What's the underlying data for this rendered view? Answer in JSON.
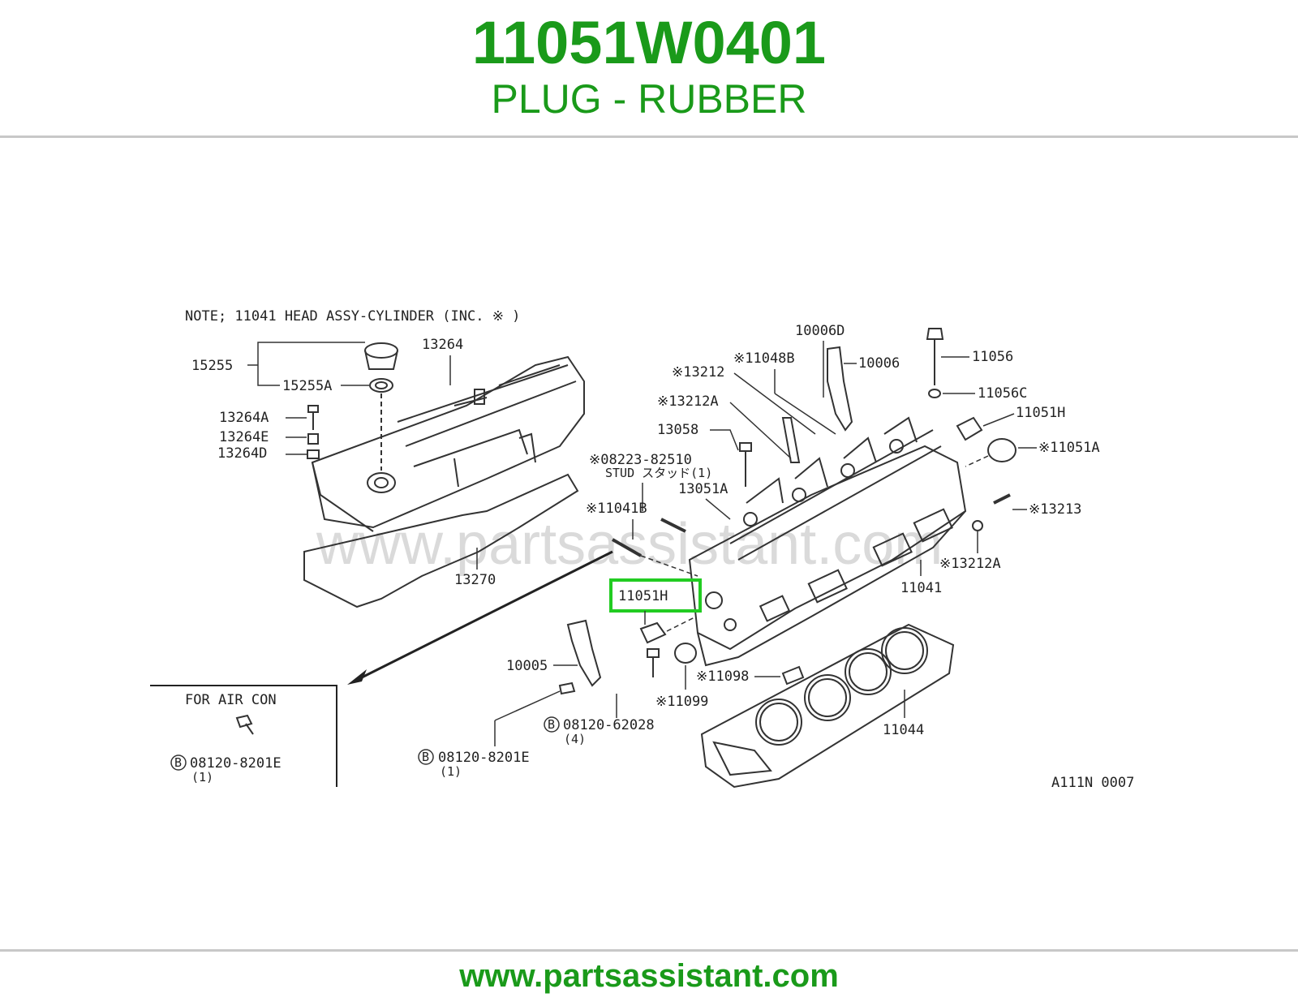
{
  "header": {
    "part_number": "11051W0401",
    "description": "PLUG - RUBBER"
  },
  "footer": {
    "site": "www.partsassistant.com"
  },
  "colors": {
    "brand_green": "#1a9a1a",
    "highlight_green": "#22cc22",
    "rule_gray": "#c8c8c8"
  },
  "diagram": {
    "note": "NOTE; 11041 HEAD ASSY-CYLINDER (INC. ※ )",
    "watermark": "www.partsassistant.com",
    "code": "A111N 0007",
    "inset_title": "FOR AIR CON",
    "highlighted_label": "11051H",
    "labels": {
      "p15255": "15255",
      "p15255a": "15255A",
      "p13264": "13264",
      "p13264a": "13264A",
      "p13264e": "13264E",
      "p13264d": "13264D",
      "p13270": "13270",
      "p10006d": "10006D",
      "p10006": "10006",
      "p11048b": "※11048B",
      "p13212": "※13212",
      "p13212a_1": "※13212A",
      "p13058": "13058",
      "p08223": "※08223-82510",
      "stud": "STUD スタッド(1)",
      "p13051a": "13051A",
      "p11041b": "※11041B",
      "p11056": "11056",
      "p11056c": "11056C",
      "p11051h_top": "11051H",
      "p11051a": "※11051A",
      "p13213": "※13213",
      "p13212a_2": "※13212A",
      "p11041": "11041",
      "p10005": "10005",
      "p11098": "※11098",
      "p11099": "※11099",
      "p08120_62028": "08120-62028",
      "qty_4": "(4)",
      "p08120_8201e_a": "08120-8201E",
      "qty_1a": "(1)",
      "p08120_8201e_b": "08120-8201E",
      "qty_1b": "(1)",
      "p11044": "11044",
      "b_marker": "B"
    }
  }
}
